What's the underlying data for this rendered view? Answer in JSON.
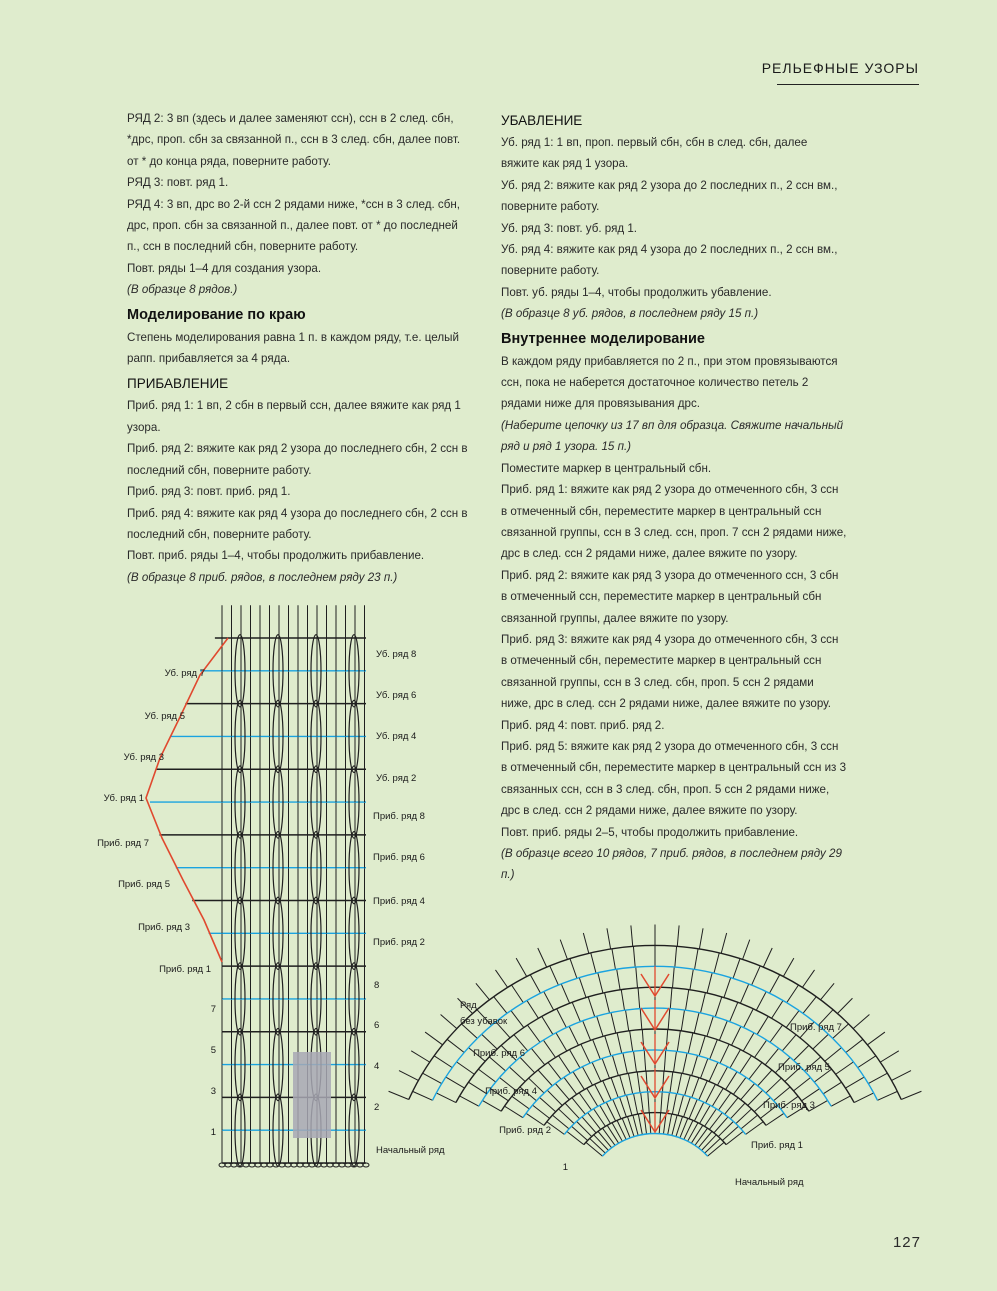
{
  "header": {
    "title": "РЕЛЬЕФНЫЕ УЗОРЫ",
    "page_number": "127"
  },
  "left": {
    "row2": "РЯД 2: 3 вп (здесь и далее заменяют ссн), ссн в 2 след. сбн, *дрс, проп. сбн за связанной п., ссн в 3 след. сбн, далее повт. от * до конца ряда, поверните работу.",
    "row3": "РЯД 3: повт. ряд 1.",
    "row4": "РЯД 4: 3 вп, дрс во 2-й ссн 2 рядами ниже, *ссн в 3 след. сбн, дрс, проп. сбн за связанной п., далее повт. от * до последней п., ссн в последний сбн, поверните работу.",
    "repeat": "Повт. ряды 1–4 для создания узора.",
    "sample_note": "(В образце 8 рядов.)",
    "shaping_heading": "Моделирование по краю",
    "shaping_text": "Степень моделирования равна 1 п. в каждом ряду, т.е. целый рапп. прибавляется за 4 ряда.",
    "increase_heading": "ПРИБАВЛЕНИЕ",
    "inc1": "Приб. ряд 1: 1 вп, 2 сбн в первый ссн, далее вяжите как ряд 1 узора.",
    "inc2": "Приб. ряд 2: вяжите как ряд 2 узора до последнего сбн, 2 ссн в последний сбн, поверните работу.",
    "inc3": "Приб. ряд 3: повт. приб. ряд 1.",
    "inc4": "Приб. ряд 4: вяжите как ряд 4 узора до последнего сбн, 2 ссн в последний сбн, поверните работу.",
    "inc_repeat": "Повт. приб. ряды 1–4, чтобы продолжить прибавление.",
    "inc_note": "(В образце 8 приб. рядов, в последнем ряду 23 п.)"
  },
  "right": {
    "decrease_heading": "УБАВЛЕНИЕ",
    "dec1": "Уб. ряд 1: 1 вп, проп. первый сбн, сбн в след. сбн, далее вяжите как ряд 1 узора.",
    "dec2": "Уб. ряд 2: вяжите как ряд 2 узора до 2 последних п., 2 ссн вм., поверните работу.",
    "dec3": "Уб. ряд 3: повт. уб. ряд 1.",
    "dec4": "Уб. ряд 4: вяжите как ряд 4 узора до 2 последних п., 2 ссн вм., поверните работу.",
    "dec_repeat": "Повт. уб. ряды 1–4, чтобы продолжить убавление.",
    "dec_note": "(В образце 8 уб. рядов, в последнем ряду 15 п.)",
    "internal_heading": "Внутреннее моделирование",
    "internal_text": "В каждом ряду прибавляется по 2 п., при этом провязываются ссн, пока не наберется достаточное количество петель 2 рядами ниже для провязывания дрс.",
    "chain_note": "(Наберите цепочку из 17 вп для образца. Свяжите начальный ряд и ряд 1 узора. 15 п.)",
    "marker": "Поместите маркер в центральный сбн.",
    "i_inc1": "Приб. ряд 1: вяжите как ряд 2 узора до отмеченного сбн, 3 ссн в отмеченный сбн, переместите маркер в центральный ссн связанной группы, ссн в 3 след. ссн, проп. 7 ссн 2 рядами ниже, дрс в след. ссн 2 рядами ниже, далее вяжите по узору.",
    "i_inc2": "Приб. ряд 2: вяжите как ряд 3 узора до отмеченного ссн, 3 сбн в отмеченный ссн, переместите маркер в центральный сбн связанной группы, далее вяжите по узору.",
    "i_inc3": "Приб. ряд 3: вяжите как ряд 4 узора до отмеченного сбн, 3 ссн в отмеченный сбн, переместите маркер в центральный ссн связанной группы, ссн в 3 след. сбн, проп. 5 ссн 2 рядами ниже, дрс в след. ссн 2 рядами ниже, далее вяжите по узору.",
    "i_inc4": "Приб. ряд 4: повт. приб. ряд 2.",
    "i_inc5": "Приб. ряд 5: вяжите как ряд 2 узора до отмеченного сбн, 3 ссн в отмеченный сбн, переместите маркер в центральный ссн из 3 связанных ссн, ссн в 3 след. сбн, проп. 5 ссн 2 рядами ниже, дрс в след. ссн 2 рядами ниже, далее вяжите по узору.",
    "i_repeat": "Повт. приб. ряды 2–5, чтобы продолжить прибавление.",
    "i_note": "(В образце всего 10 рядов, 7 приб. рядов, в последнем ряду 29 п.)"
  },
  "chart1": {
    "left_labels": [
      "Уб. ряд 7",
      "Уб. ряд 5",
      "Уб. ряд 3",
      "Уб. ряд 1",
      "Приб. ряд 7",
      "Приб. ряд 5",
      "Приб. ряд 3",
      "Приб. ряд 1"
    ],
    "left_numbers": [
      "7",
      "5",
      "3",
      "1"
    ],
    "right_labels": [
      "Уб. ряд 8",
      "Уб. ряд 6",
      "Уб. ряд 4",
      "Уб. ряд 2",
      "Приб. ряд 8",
      "Приб. ряд 6",
      "Приб. ряд 4",
      "Приб. ряд 2"
    ],
    "right_numbers": [
      "8",
      "6",
      "4",
      "2"
    ],
    "foundation": "Начальный ряд",
    "colors": {
      "black": "#1f1f1f",
      "blue": "#1aa3e0",
      "red": "#e0492f",
      "repeat_box": "#a8a8b4"
    }
  },
  "chart2": {
    "left_labels": [
      "Приб. ряд 6",
      "Приб. ряд 4",
      "Приб. ряд 2"
    ],
    "row_no_dec_line1": "Ряд",
    "row_no_dec_line2": "без убавок",
    "left_number": "1",
    "right_labels": [
      "Приб. ряд 7",
      "Приб. ряд 5",
      "Приб. ряд 3",
      "Приб. ряд 1"
    ],
    "foundation": "Начальный ряд"
  }
}
